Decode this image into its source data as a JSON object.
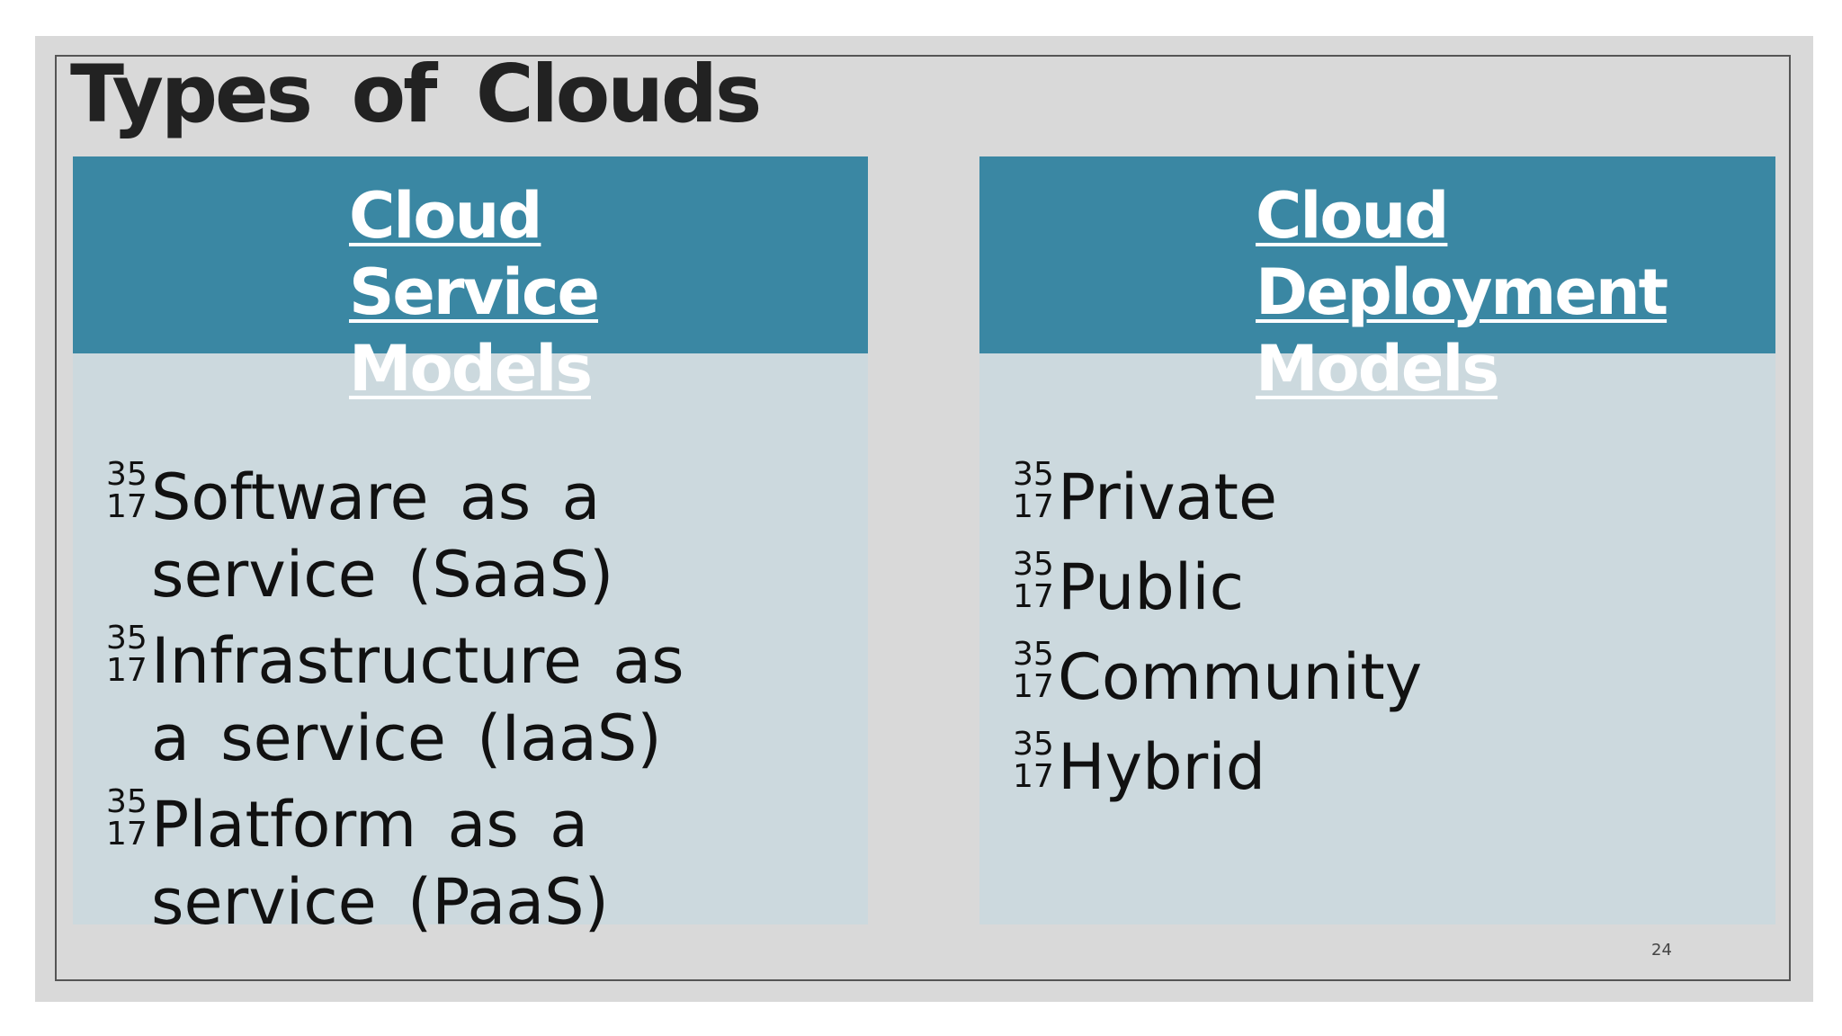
{
  "slide": {
    "title": "Types of Clouds",
    "page_number": "24",
    "bullet_marker": {
      "top": "35",
      "bottom": "17"
    },
    "left_panel": {
      "heading": [
        "Cloud",
        "Service",
        "Models"
      ],
      "items": [
        "Software as a service (SaaS)",
        "Infrastructure as a service (IaaS)",
        "Platform as a service (PaaS)"
      ]
    },
    "right_panel": {
      "heading": [
        "Cloud",
        "Deployment",
        "Models"
      ],
      "items": [
        "Private",
        "Public",
        "Community",
        "Hybrid"
      ]
    },
    "colors": {
      "background": "#d9d9d9",
      "header": "#3a87a3",
      "panel": "#ccd9de",
      "title": "#222222"
    }
  }
}
